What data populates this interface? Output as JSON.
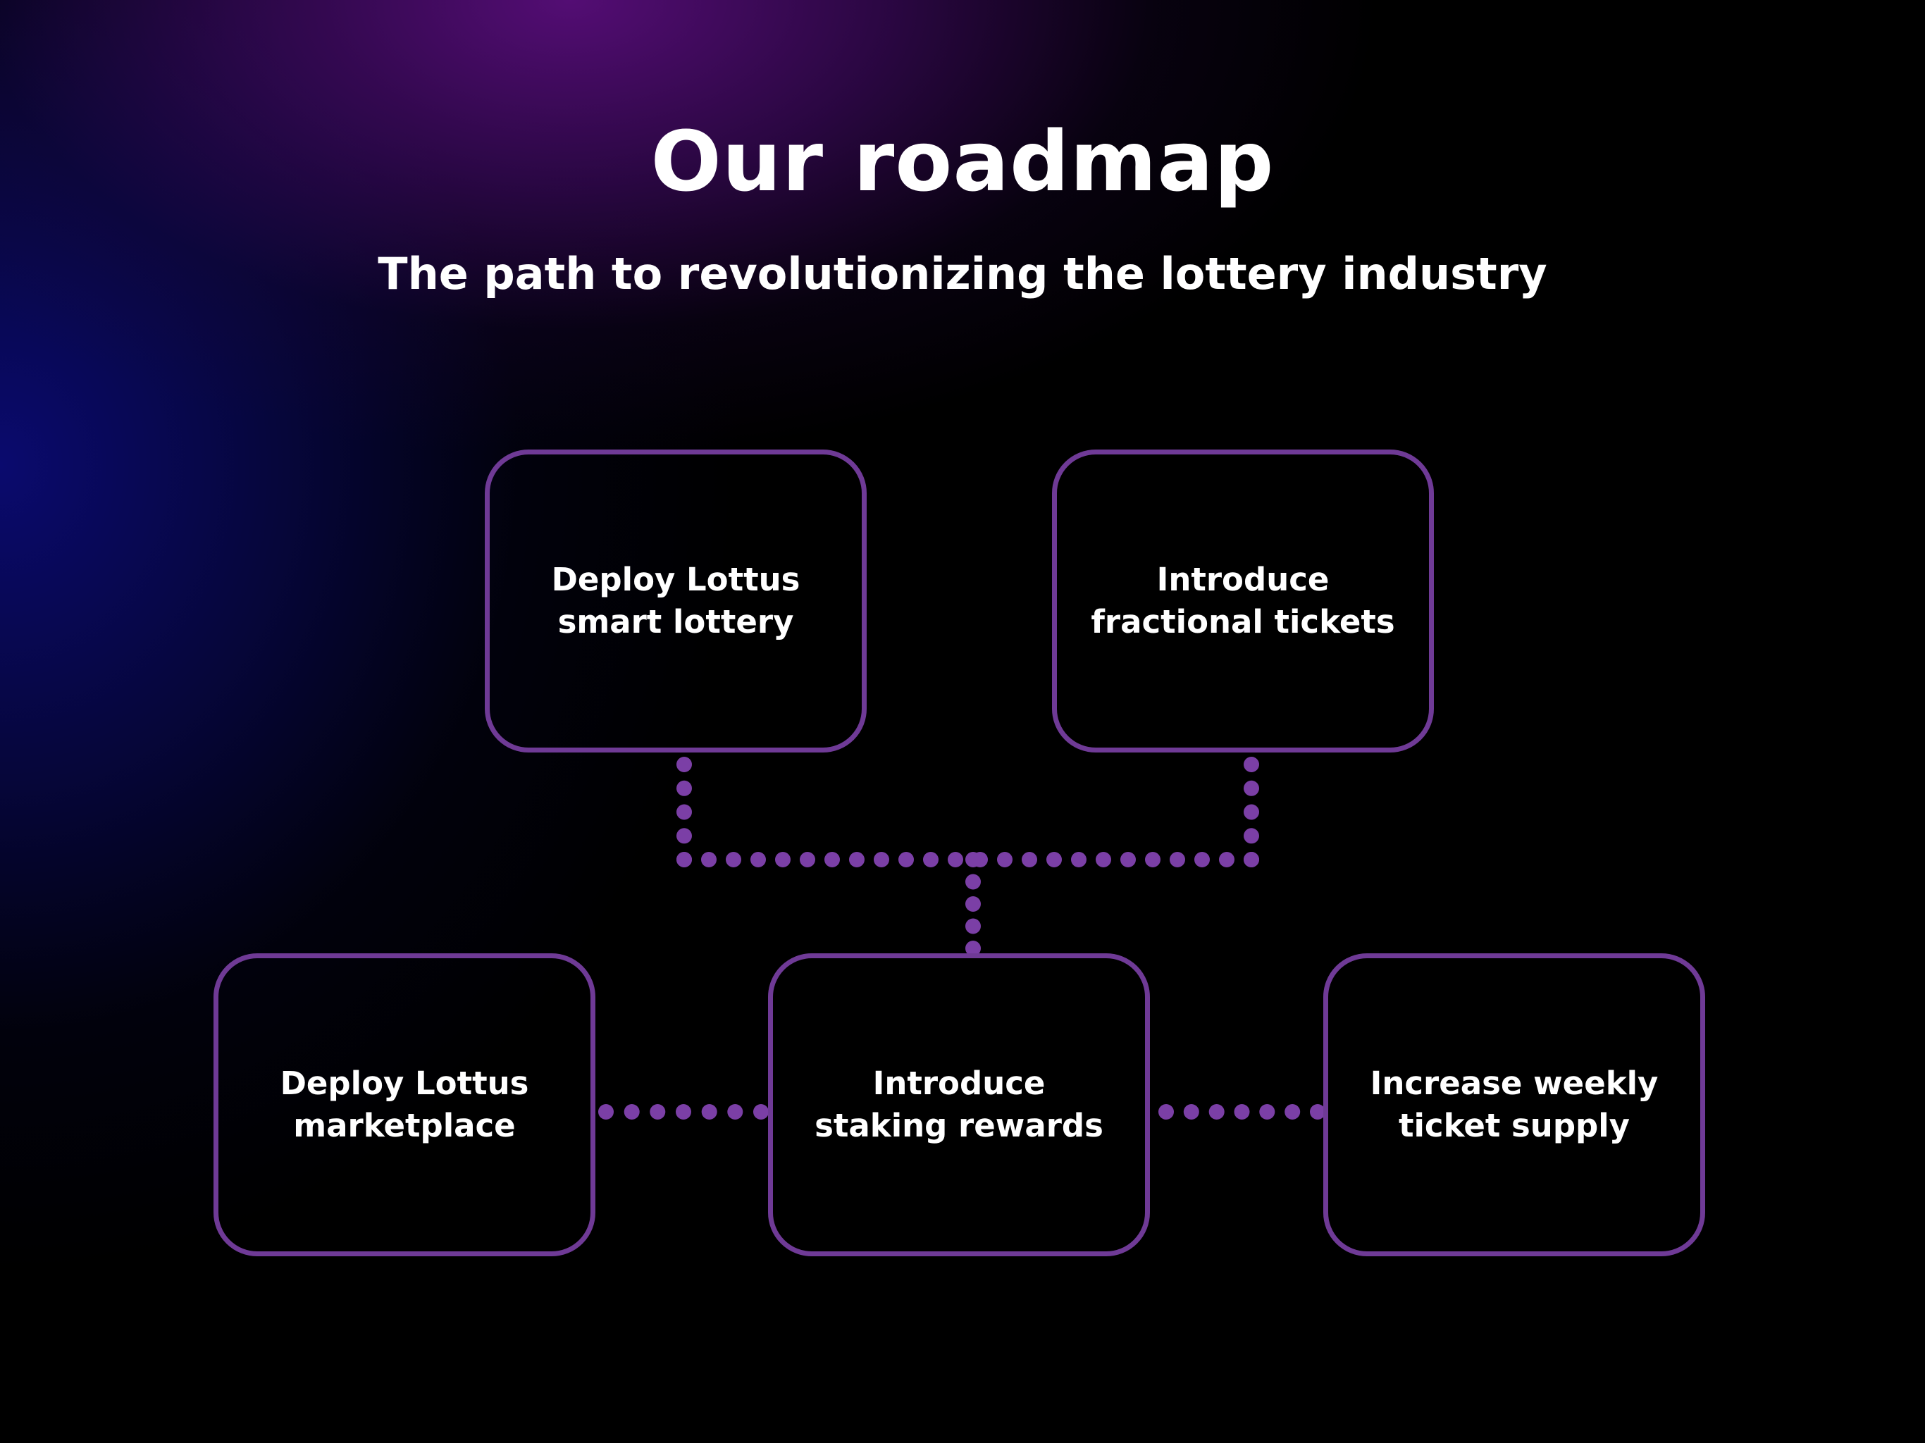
{
  "header": {
    "title": "Our roadmap",
    "subtitle": "The path to revolutionizing the lottery industry"
  },
  "diagram": {
    "nodes": [
      {
        "id": "deploy-smart-lottery",
        "label": "Deploy Lottus\nsmart lottery"
      },
      {
        "id": "fractional-tickets",
        "label": "Introduce\nfractional tickets"
      },
      {
        "id": "marketplace",
        "label": "Deploy Lottus\nmarketplace"
      },
      {
        "id": "staking-rewards",
        "label": "Introduce\nstaking rewards"
      },
      {
        "id": "weekly-supply",
        "label": "Increase weekly\nticket supply"
      }
    ],
    "connections": [
      {
        "from": "deploy-smart-lottery",
        "to": "staking-rewards"
      },
      {
        "from": "fractional-tickets",
        "to": "staking-rewards"
      },
      {
        "from": "marketplace",
        "to": "staking-rewards"
      },
      {
        "from": "staking-rewards",
        "to": "weekly-supply"
      }
    ],
    "colors": {
      "background": "#000000",
      "glow_purple": "#580e7a",
      "glow_blue": "#0a0a6e",
      "node_border": "#6f3a96",
      "connector_dot": "#7b3fa6",
      "text": "#ffffff"
    }
  }
}
